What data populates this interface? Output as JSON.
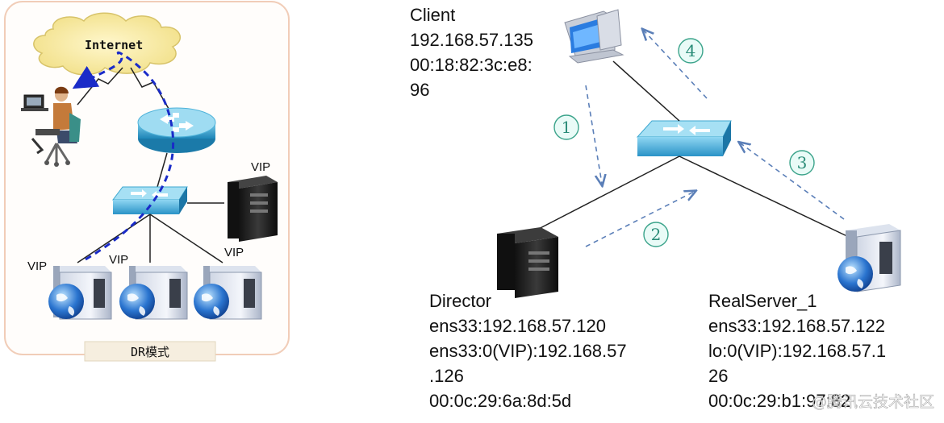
{
  "left_panel": {
    "internet_label": "Internet",
    "vip_labels": [
      "VIP",
      "VIP",
      "VIP",
      "VIP"
    ],
    "mode_label": "DR模式"
  },
  "right_panel": {
    "client": {
      "name": "Client",
      "ip": "192.168.57.135",
      "mac_line1": "00:18:82:3c:e8:",
      "mac_line2": "96"
    },
    "director": {
      "name": "Director",
      "line1": "ens33:192.168.57.120",
      "line2": "ens33:0(VIP):192.168.57",
      "line3": ".126",
      "line4": "00:0c:29:6a:8d:5d"
    },
    "realserver": {
      "name": "RealServer_1",
      "line1": "ens33:192.168.57.122",
      "line2": "lo:0(VIP):192.168.57.1",
      "line3": "26",
      "line4": "00:0c:29:b1:97:82"
    },
    "steps": [
      "1",
      "2",
      "3",
      "4"
    ]
  },
  "watermark": "@腾讯云技术社区"
}
